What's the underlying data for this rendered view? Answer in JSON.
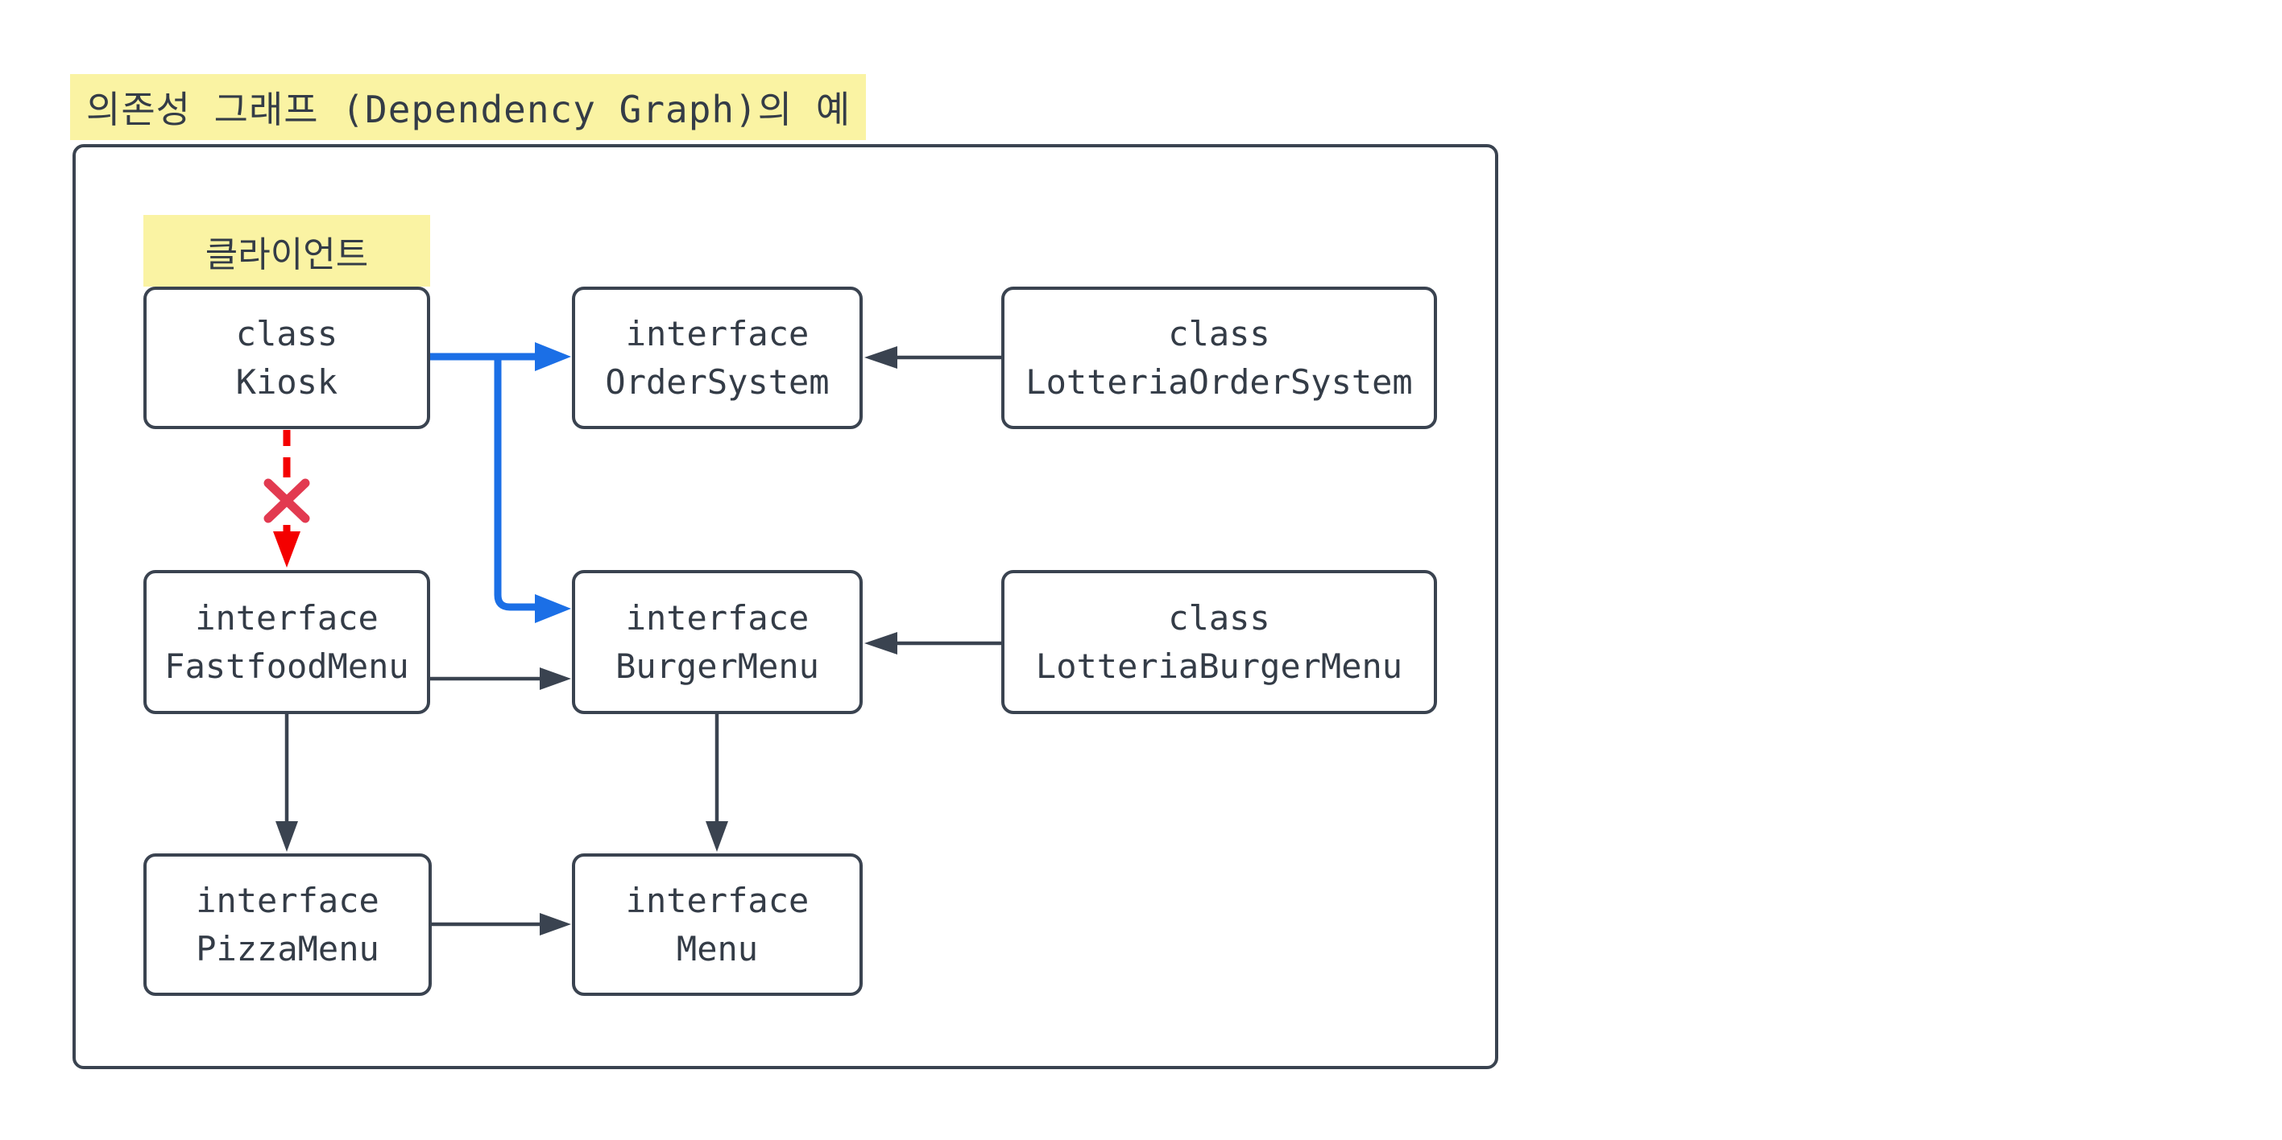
{
  "title": "의존성 그래프 (Dependency Graph)의 예",
  "client_label": "클라이언트",
  "nodes": {
    "kiosk": {
      "kind": "class",
      "name": "Kiosk"
    },
    "order_system": {
      "kind": "interface",
      "name": "OrderSystem"
    },
    "lotteria_order_system": {
      "kind": "class",
      "name": "LotteriaOrderSystem"
    },
    "fastfood_menu": {
      "kind": "interface",
      "name": "FastfoodMenu"
    },
    "burger_menu": {
      "kind": "interface",
      "name": "BurgerMenu"
    },
    "lotteria_burger_menu": {
      "kind": "class",
      "name": "LotteriaBurgerMenu"
    },
    "pizza_menu": {
      "kind": "interface",
      "name": "PizzaMenu"
    },
    "menu": {
      "kind": "interface",
      "name": "Menu"
    }
  },
  "edges": [
    {
      "from": "Kiosk",
      "to": "OrderSystem",
      "color": "blue",
      "style": "solid"
    },
    {
      "from": "Kiosk",
      "to": "BurgerMenu",
      "color": "blue",
      "style": "solid"
    },
    {
      "from": "Kiosk",
      "to": "FastfoodMenu",
      "color": "red",
      "style": "dashed-crossed-out"
    },
    {
      "from": "LotteriaOrderSystem",
      "to": "OrderSystem",
      "color": "dark",
      "style": "solid"
    },
    {
      "from": "FastfoodMenu",
      "to": "BurgerMenu",
      "color": "dark",
      "style": "solid"
    },
    {
      "from": "LotteriaBurgerMenu",
      "to": "BurgerMenu",
      "color": "dark",
      "style": "solid"
    },
    {
      "from": "FastfoodMenu",
      "to": "PizzaMenu",
      "color": "dark",
      "style": "solid"
    },
    {
      "from": "BurgerMenu",
      "to": "Menu",
      "color": "dark",
      "style": "solid"
    },
    {
      "from": "PizzaMenu",
      "to": "Menu",
      "color": "dark",
      "style": "solid"
    }
  ],
  "colors": {
    "note_bg": "#FAF3A3",
    "line": "#3A4350",
    "text": "#343C47",
    "blue": "#1B6FE6",
    "red_dash": "#F40000",
    "red_cross": "#E23A50",
    "node_bg": "#FFFFFF",
    "page_bg": "#FFFFFF"
  }
}
